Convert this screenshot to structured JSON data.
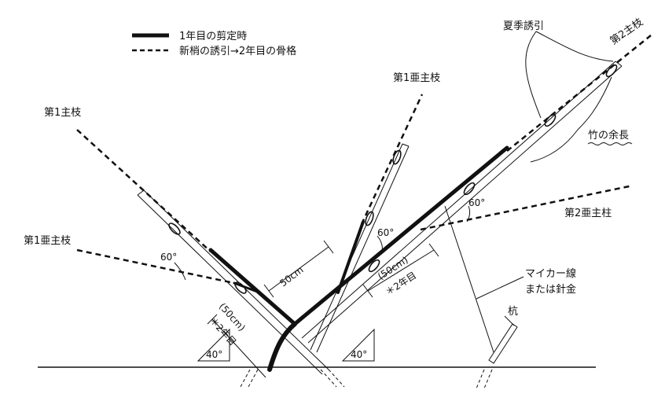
{
  "legend": {
    "solid_label": "1年目の剪定時",
    "dashed_label": "新梢の誘引→2年目の骨格"
  },
  "labels": {
    "main_branch_1": "第1主枝",
    "sub_main_branch_1_left": "第1亜主枝",
    "sub_main_branch_1_center": "第1亜主枝",
    "main_branch_2": "第2主枝",
    "sub_main_branch_2": "第2亜主柱",
    "summer_training": "夏季誘引",
    "bamboo_extra": "竹の余長",
    "wire": "マイカー線\nまたは針金",
    "stake": "杭",
    "angle_60_left": "60°",
    "angle_60_center": "60°",
    "angle_60_right": "60°",
    "angle_40_left": "40°",
    "angle_40_right": "40°",
    "length_50_top": "50cm",
    "length_50_left": "(50cm)",
    "length_50_right": "(50cm)",
    "year2_left": "＊2年目",
    "year2_right": "＊2年目"
  },
  "colors": {
    "ink": "#111111",
    "background": "#ffffff"
  }
}
